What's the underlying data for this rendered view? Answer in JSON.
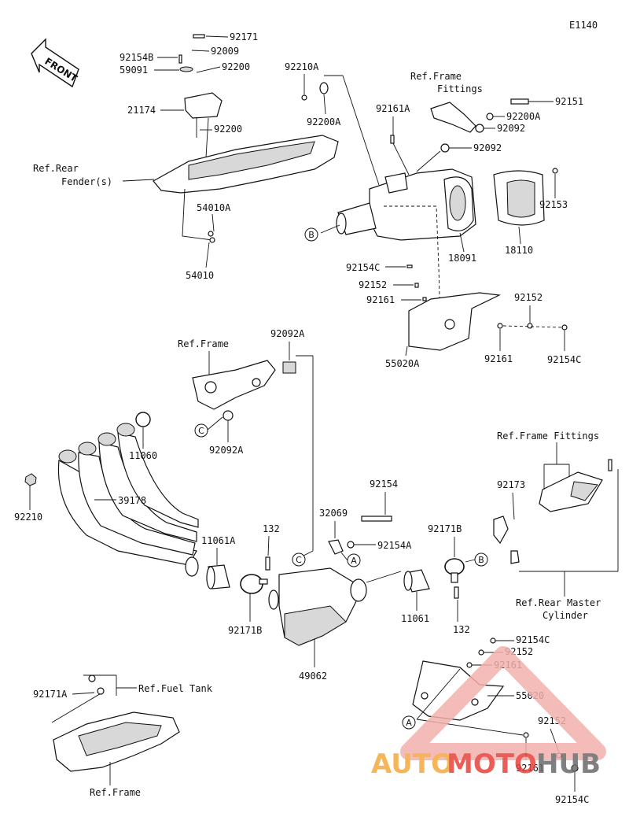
{
  "diagram_code": "E1140",
  "front_label": "FRONT",
  "watermark": {
    "auto": "AUTO",
    "moto": "MOTO",
    "hub": "HUB",
    "color_orange": "#f5a93b",
    "color_red": "#e8433b",
    "color_gray": "#6b6b6b"
  },
  "labels": {
    "p92171": "92171",
    "p92009": "92009",
    "p92154B": "92154B",
    "p59091": "59091",
    "p92200a": "92200",
    "p21174": "21174",
    "p92200b": "92200",
    "ref_rear_fender_1": "Ref.Rear",
    "ref_rear_fender_2": "Fender(s)",
    "p54010A": "54010A",
    "p54010": "54010",
    "p92210A": "92210A",
    "p92200A_l": "92200A",
    "p92161A": "92161A",
    "ref_frame_fittings_1": "Ref.Frame",
    "ref_frame_fittings_2": "Fittings",
    "p92151": "92151",
    "p92200A_r": "92200A",
    "p92092_a": "92092",
    "p92092_b": "92092",
    "p92153": "92153",
    "p18091": "18091",
    "p18110": "18110",
    "p92154C_a": "92154C",
    "p92152_a": "92152",
    "p92161_a": "92161",
    "p55020A": "55020A",
    "p92152_b": "92152",
    "p92161_b": "92161",
    "p92154C_b": "92154C",
    "ref_frame": "Ref.Frame",
    "p92092A_t": "92092A",
    "p92092A_b": "92092A",
    "p11060": "11060",
    "p92210": "92210",
    "p39178": "39178",
    "ref_frame_fittings_3": "Ref.Frame Fittings",
    "p92173": "92173",
    "p92154": "92154",
    "p32069": "32069",
    "p92154A": "92154A",
    "p132_a": "132",
    "p11061A": "11061A",
    "p92171B_a": "92171B",
    "p92171B_b": "92171B",
    "p11061": "11061",
    "p132_b": "132",
    "p49062": "49062",
    "ref_rear_master_1": "Ref.Rear Master",
    "ref_rear_master_2": "Cylinder",
    "p92154C_c": "92154C",
    "p92152_c": "92152",
    "p92161_c": "92161",
    "p55020": "55020",
    "p92152_d": "92152",
    "p92161_d": "92161",
    "p92154C_d": "92154C",
    "p92171A": "92171A",
    "ref_fuel_tank": "Ref.Fuel Tank",
    "ref_frame_b": "Ref.Frame"
  },
  "callouts": {
    "A": "A",
    "B": "B",
    "C": "C"
  }
}
